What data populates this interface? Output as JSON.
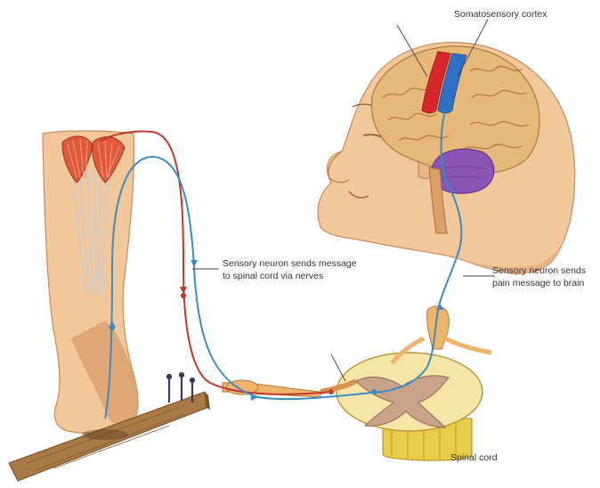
{
  "labels": {
    "somatosensory_cortex": "Somatosensory cortex",
    "sensory_neuron_spinal_line1": "Sensory neuron sends message",
    "sensory_neuron_spinal_line2": "to spinal cord via nerves",
    "sensory_neuron_brain_line1": "Sensory neuron sends",
    "sensory_neuron_brain_line2": "pain message to brain",
    "spinal_cord": "Spinal cord"
  },
  "colors": {
    "skin": "#f2c79a",
    "skin_shadow": "#d99a66",
    "brain": "#e8b878",
    "cortex_red": "#d9262b",
    "cortex_blue": "#2f6fc4",
    "cerebellum": "#8a55b5",
    "sensory_pathway": "#3a8cc2",
    "motor_pathway": "#c0392b",
    "muscle": "#e05a3a",
    "tendon": "#b9cde6",
    "spinal_white": "#f5e6a8",
    "spinal_grey": "#c9a28a",
    "wood": "#a97a46",
    "nail": "#3b3a5a",
    "leader_line": "#444444"
  }
}
